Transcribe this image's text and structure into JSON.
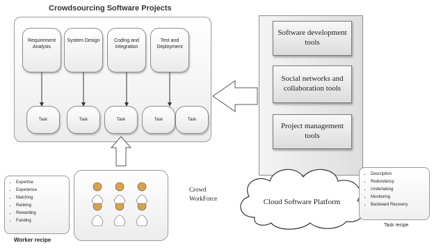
{
  "title": "Crowdsourcing Software Projects",
  "phases": [
    "Requirement Analysis",
    "System Design",
    "Coding and Integration",
    "Test and Deployment"
  ],
  "tasks": [
    "Task",
    "Task",
    "Task",
    "Task",
    "Task"
  ],
  "tools": [
    "Software development tools",
    "Social networks and collaboration tools",
    "Project management tools"
  ],
  "cloud_label": "Cloud Software Platform",
  "crowd_label": "Crowd WorkForce",
  "worker_recipe": {
    "items": [
      "Expertise",
      "Experience",
      "Matching",
      "Ranking",
      "Rewarding",
      "Funding"
    ],
    "caption": "Worker recipe"
  },
  "task_recipe": {
    "items": [
      "Description",
      "Redundancy",
      "Undertaking",
      "Monitoring",
      "Backward Recovery"
    ],
    "caption": "Task recipe"
  }
}
